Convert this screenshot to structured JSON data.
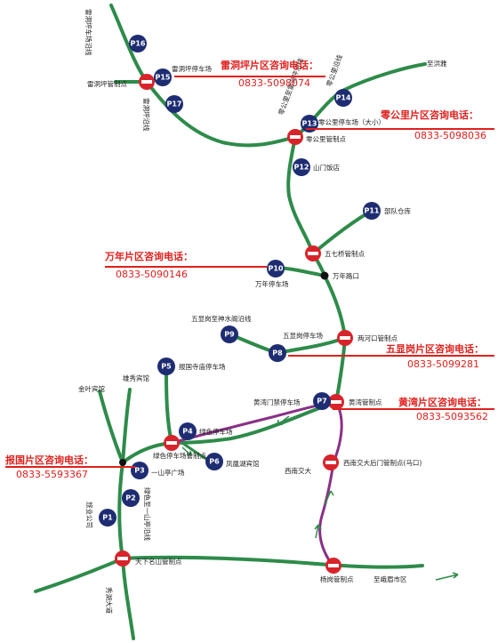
{
  "parking": {
    "p1": "P1",
    "p2": "P2",
    "p3": "P3",
    "p4": "P4",
    "p5": "P5",
    "p6": "P6",
    "p7": "P7",
    "p8": "P8",
    "p9": "P9",
    "p10": "P10",
    "p11": "P11",
    "p12": "P12",
    "p13": "P13",
    "p14": "P14",
    "p15": "P15",
    "p16": "P16",
    "p17": "P17"
  },
  "hotlines": {
    "leidongping": {
      "title": "雷洞坪片区咨询电话：",
      "phone": "0833-5098074"
    },
    "linggongli": {
      "title": "零公里片区咨询电话：",
      "phone": "0833-5098036"
    },
    "wannian": {
      "title": "万年片区咨询电话：",
      "phone": "0833-5090146"
    },
    "wuxiangang": {
      "title": "五显岗片区咨询电话：",
      "phone": "0833-5099281"
    },
    "huangwan": {
      "title": "黄湾片区咨询电话：",
      "phone": "0833-5093562"
    },
    "baoguo": {
      "title": "报国片区咨询电话：",
      "phone": "0833-5593367"
    }
  },
  "labels": {
    "leidongping_lot": "雷洞坪停车场",
    "leidongping_checkpoint": "雷洞坪管制点",
    "leidongping_road": "雷洞坪车场沿线",
    "leidongping_road2": "雷洞坪沿线",
    "zhihongya": "至洪雅",
    "linggongli_lot": "零公里停车场（大小）",
    "linggongli_checkpoint": "零公里管制点",
    "linggongli_road": "零公里至雷洞坪沿线",
    "linggongli_road2": "零公里沿线",
    "shanmen_hotel": "山门饭店",
    "budui_warehouse": "部队仓库",
    "wuqiqiao": "五七桥管制点",
    "wannian_lot": "万年停车场",
    "wannian_junction": "万年路口",
    "wuxiangang_road": "五显岗至神水阁沿线",
    "wuxiangang_lot": "五显岗停车场",
    "lianghekou": "两河口管制点",
    "baoguosi_lot": "报国寺庙停车场",
    "xiuxiu_hotel": "雄秀宾馆",
    "jinding_hotel": "金叶宾馆",
    "huangwanmen_lot": "黄湾门禁停车场",
    "huangwan_checkpoint": "黄湾管制点",
    "green_lot": "绿色停车场",
    "green_lot_checkpoint": "绿色停车场管制点",
    "yishanting": "一山亭广场",
    "fenghuanghu": "凤凰湖宾馆",
    "xinan_jiaoda": "西南交大",
    "xinan_jiaoda_gate": "西南交大后门管制点(马口)",
    "lvye_company": "旅业公司",
    "lvye_road": "绿色至一山亭沿线",
    "tianxia_checkpoint": "天下名山管制点",
    "yanggang": "杨岗管制点",
    "emei_city": "至峨眉市区",
    "xiuhu_road": "秀湖大道"
  }
}
